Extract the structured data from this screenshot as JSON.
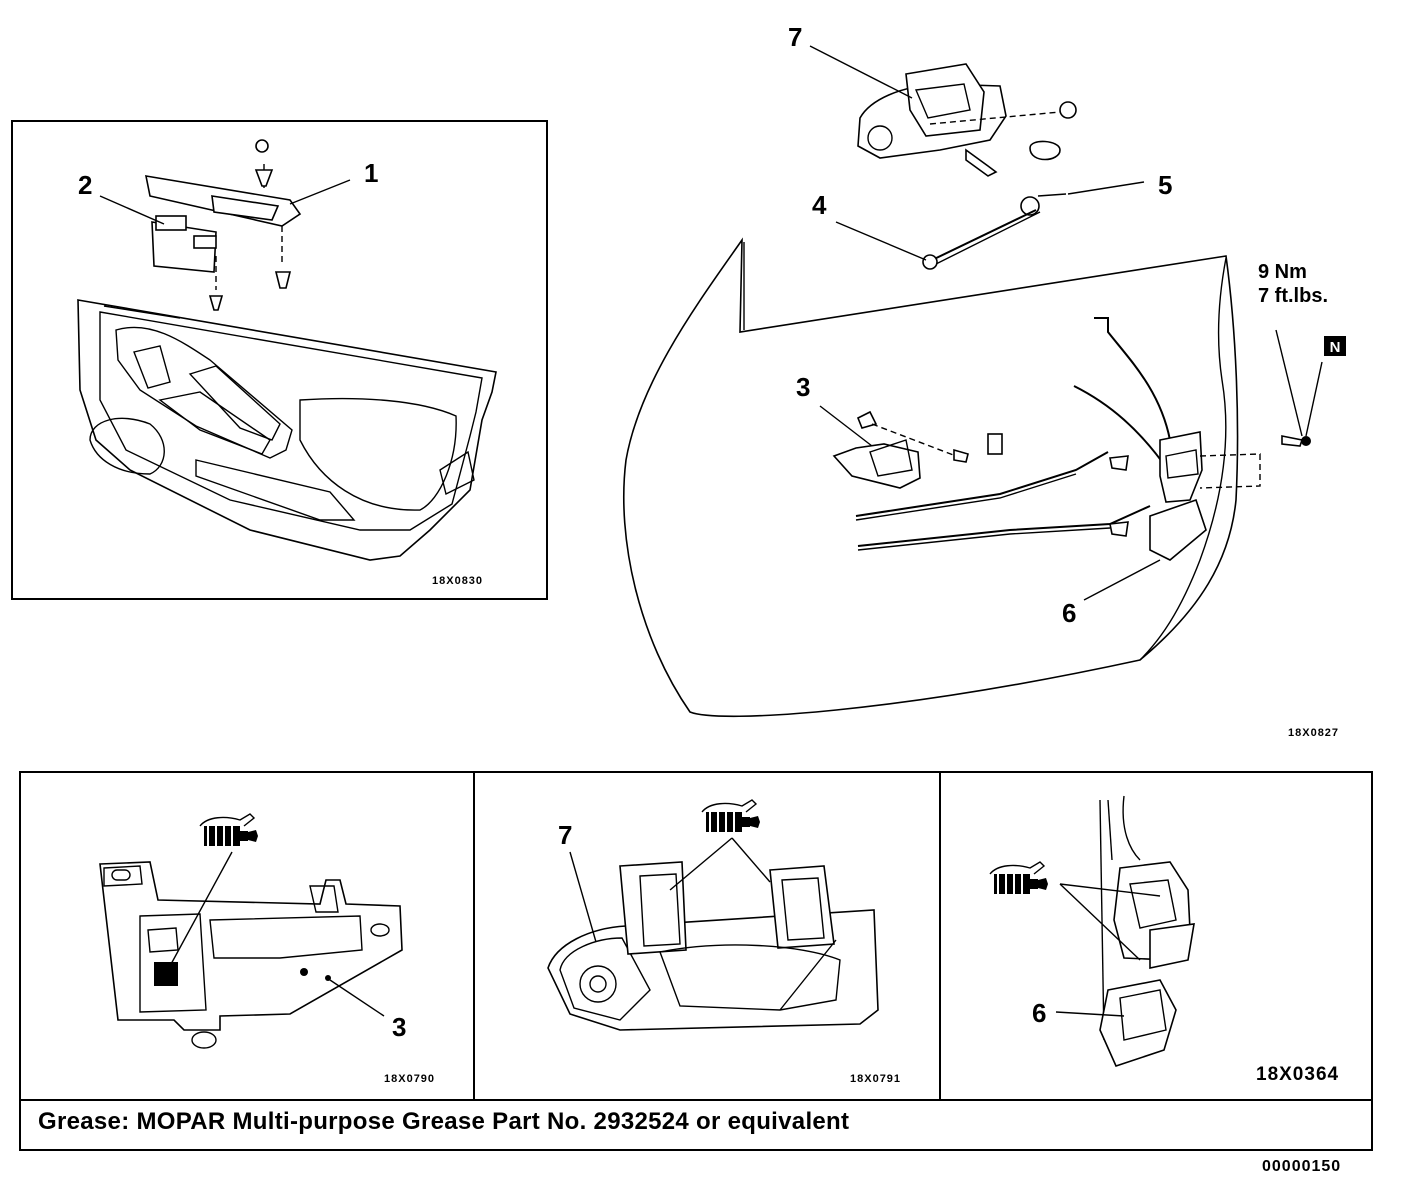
{
  "panels": {
    "door_trim": {
      "code": "18X0830",
      "callouts": [
        "1",
        "2"
      ]
    },
    "door_assembly": {
      "code": "18X0827",
      "callouts": [
        "7",
        "5",
        "4",
        "3",
        "6"
      ],
      "torque": {
        "metric": "9 Nm",
        "imperial": "7 ft.lbs."
      },
      "badge": "N"
    },
    "detail_inside_handle": {
      "code": "18X0790",
      "callout": "3"
    },
    "detail_outside_handle": {
      "code": "18X0791",
      "callout": "7"
    },
    "detail_latch": {
      "code": "18X0364",
      "callout": "6"
    }
  },
  "icons": [
    "grease-gun-icon"
  ],
  "caption": "Grease: MOPAR Multi-purpose Grease Part No. 2932524 or equivalent",
  "footer_code": "00000150"
}
